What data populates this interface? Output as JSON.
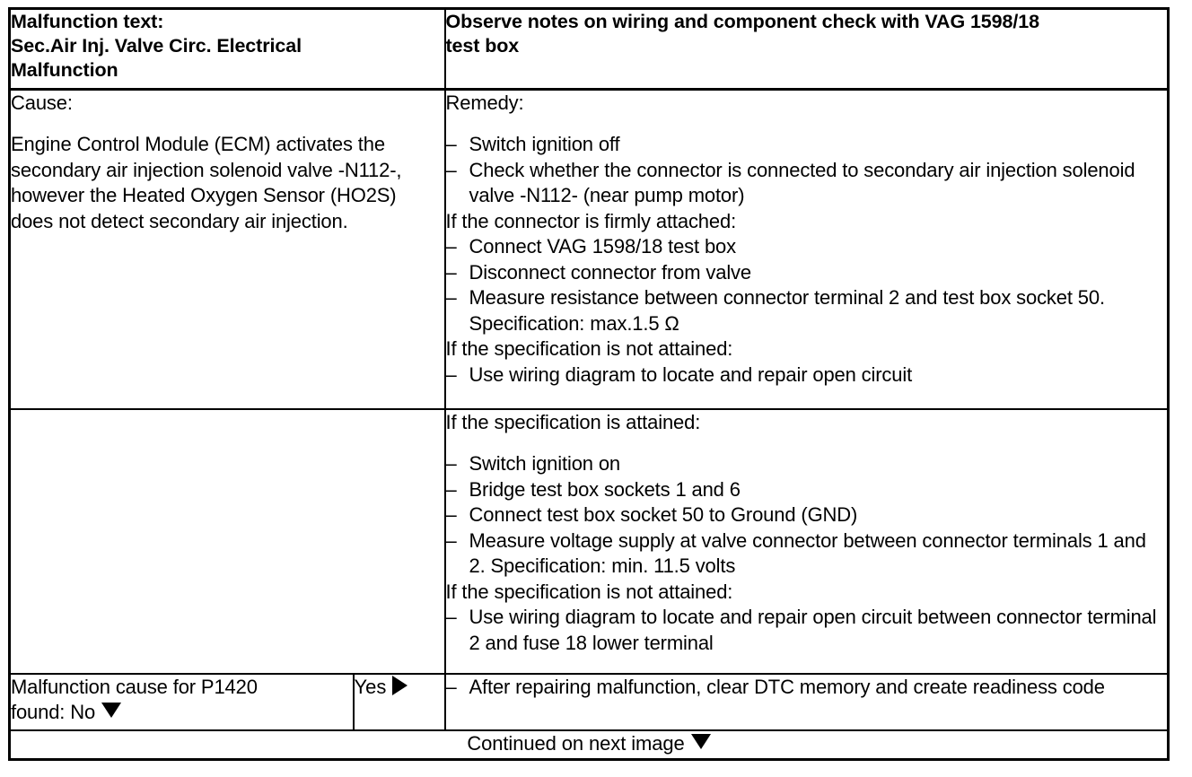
{
  "document": {
    "title_row": {
      "left_label": "Malfunction text:",
      "left_value_line1": "Sec.Air Inj. Valve Circ. Electrical",
      "left_value_line2": "Malfunction",
      "right_line1": "Observe notes on wiring and component check with VAG 1598/18",
      "right_line2": "test box"
    },
    "row1": {
      "left_heading": "Cause:",
      "left_body": "Engine Control Module (ECM) activates the secondary air injection solenoid valve -N112-, however the Heated Oxygen Sensor (HO2S) does not detect secondary air injection.",
      "right_heading": "Remedy:",
      "right_steps": [
        {
          "marker": "dash",
          "text": "Switch ignition off"
        },
        {
          "marker": "dash",
          "text": "Check whether the connector is connected to secondary air injection solenoid valve -N112- (near pump motor)"
        },
        {
          "marker": "plain",
          "text": "If the connector is firmly attached:"
        },
        {
          "marker": "dash",
          "text": "Connect VAG 1598/18 test box"
        },
        {
          "marker": "dash",
          "text": "Disconnect connector from valve"
        },
        {
          "marker": "dash",
          "text": "Measure resistance between connector terminal 2 and test box socket 50.  Specification: max.1.5 Ω"
        },
        {
          "marker": "plain",
          "text": "If the specification is not attained:"
        },
        {
          "marker": "dash",
          "text": "Use wiring diagram to locate and repair open circuit"
        }
      ]
    },
    "row2": {
      "left_body": "",
      "right_heading": "If the specification is attained:",
      "right_steps": [
        {
          "marker": "dash",
          "text": "Switch ignition on"
        },
        {
          "marker": "dash",
          "text": "Bridge test box sockets 1 and 6"
        },
        {
          "marker": "dash",
          "text": "Connect test box socket 50 to Ground (GND)"
        },
        {
          "marker": "dash",
          "text": "Measure voltage supply at valve connector between connector terminals 1 and 2.  Specification: min. 11.5 volts"
        },
        {
          "marker": "plain",
          "text": "If the specification is not attained:"
        },
        {
          "marker": "dash",
          "text": "Use wiring diagram to locate and repair open circuit between connector terminal 2 and fuse 18 lower terminal"
        }
      ]
    },
    "decision_row": {
      "question_line1": "Malfunction cause for P1420",
      "question_line2_prefix": "found: No",
      "question_marker": "triangle-down",
      "yes_label": "Yes",
      "yes_marker": "triangle-right",
      "action_steps": [
        {
          "marker": "dash",
          "text": "After repairing malfunction, clear DTC memory and create readiness code"
        }
      ]
    },
    "footer": {
      "text": "Continued on next image",
      "marker": "triangle-down"
    }
  },
  "colors": {
    "ink": "#000000",
    "paper": "#ffffff"
  }
}
